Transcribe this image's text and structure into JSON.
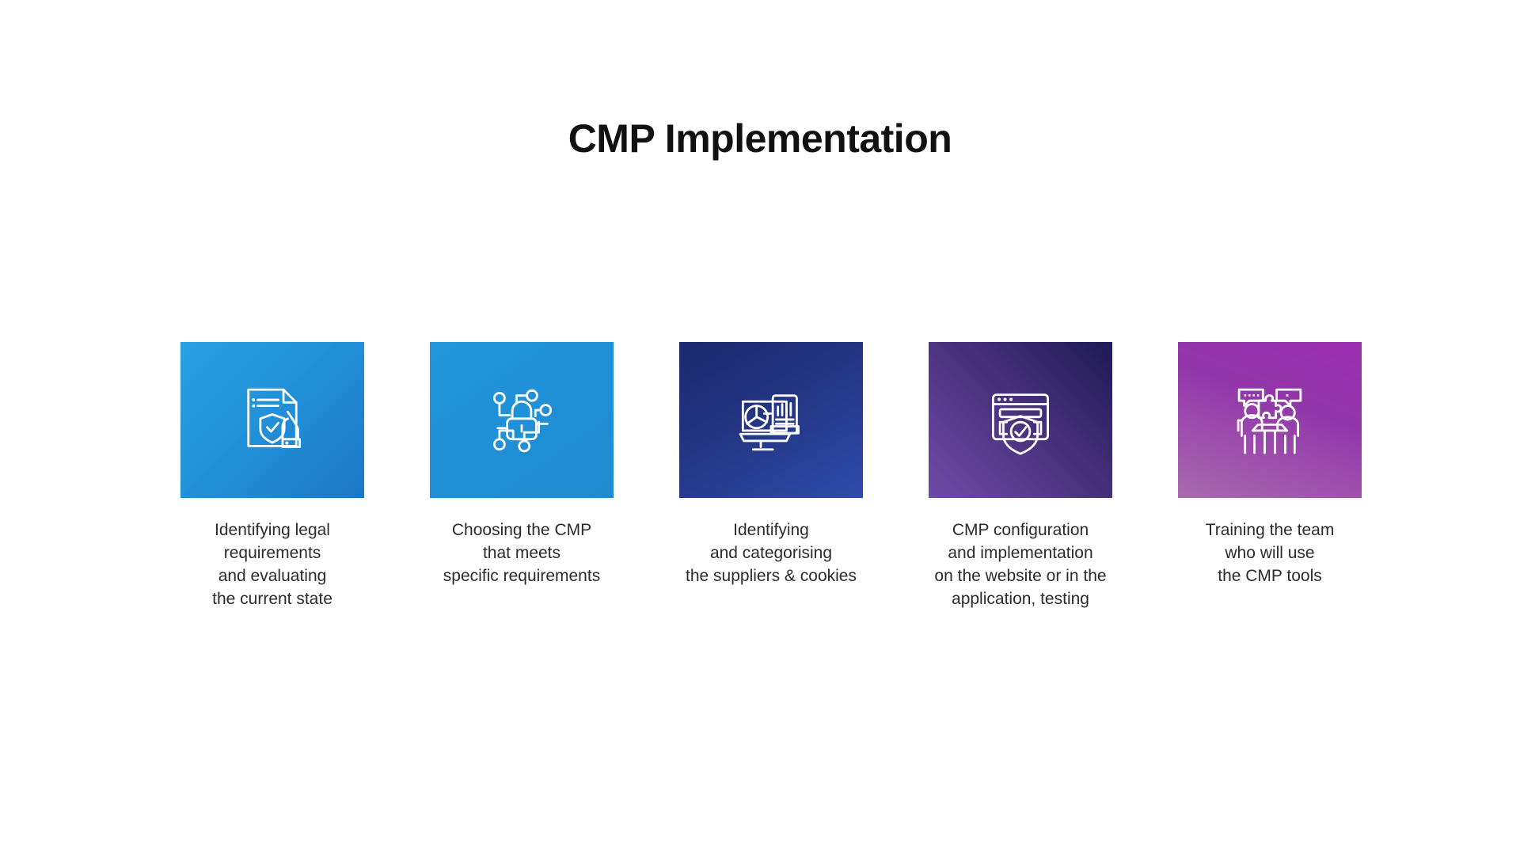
{
  "slide": {
    "title": "CMP Implementation",
    "background_color": "#ffffff",
    "title_color": "#111111",
    "caption_color": "#2b2b2b"
  },
  "steps": [
    {
      "id": "step-1",
      "icon": "document-shield-check-icon",
      "gradient_from": "#2a9fe2",
      "gradient_to": "#1d77c7",
      "caption_lines": [
        "Identifying legal",
        "requirements",
        "and evaluating",
        "the current state"
      ]
    },
    {
      "id": "step-2",
      "icon": "network-padlock-icon",
      "gradient_from": "#2398de",
      "gradient_to": "#1f8ace",
      "caption_lines": [
        "Choosing the CMP",
        "that meets",
        "specific requirements"
      ]
    },
    {
      "id": "step-3",
      "icon": "monitor-analytics-chart-icon",
      "gradient_from": "#1b2a6f",
      "gradient_to": "#2f4caa",
      "caption_lines": [
        "Identifying",
        "and categorising",
        "the suppliers & cookies"
      ]
    },
    {
      "id": "step-4",
      "icon": "browser-shield-check-icon",
      "gradient_from": "#1f1a56",
      "gradient_to": "#6f4aa8",
      "caption_lines": [
        "CMP configuration",
        "and implementation",
        "on the website or in the",
        "application, testing"
      ]
    },
    {
      "id": "step-5",
      "icon": "team-training-puzzle-icon",
      "gradient_from": "#9b2fb0",
      "gradient_to": "#a96aae",
      "caption_lines": [
        "Training the team",
        "who will use",
        "the CMP tools"
      ]
    }
  ]
}
